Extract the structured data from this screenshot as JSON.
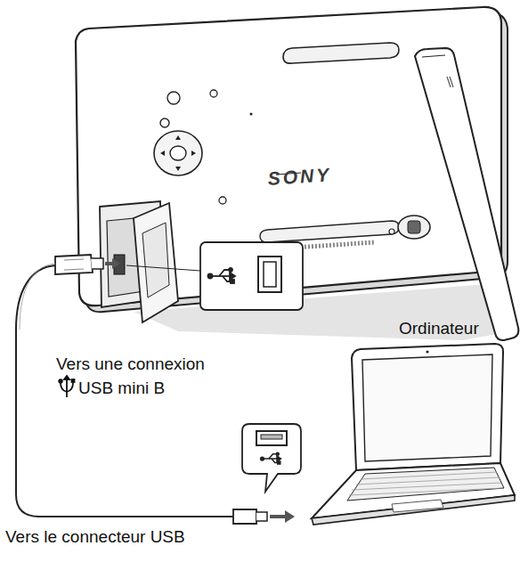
{
  "diagram": {
    "labels": [
      "SONY",
      "Vers une connexion",
      "USB mini B",
      "Ordinateur",
      "Vers le connecteur USB"
    ]
  }
}
